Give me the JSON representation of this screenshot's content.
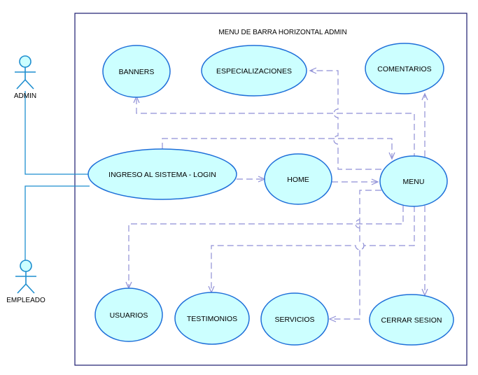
{
  "system": {
    "title": "MENU DE BARRA HORIZONTAL ADMIN"
  },
  "actors": {
    "admin": "ADMIN",
    "empleado": "EMPLEADO"
  },
  "use_cases": {
    "banners": "BANNERS",
    "especializaciones": "ESPECIALIZACIONES",
    "comentarios": "COMENTARIOS",
    "login": "INGRESO AL SISTEMA - LOGIN",
    "home": "HOME",
    "menu": "MENU",
    "usuarios": "USUARIOS",
    "testimonios": "TESTIMONIOS",
    "servicios": "SERVICIOS",
    "cerrar_sesion": "CERRAR SESION"
  },
  "colors": {
    "use_case_fill": "#ccffff",
    "use_case_stroke": "#1e6fd9",
    "association": "#1e8ecf",
    "dependency": "#8f8fd6",
    "boundary": "#1a1a6e"
  }
}
